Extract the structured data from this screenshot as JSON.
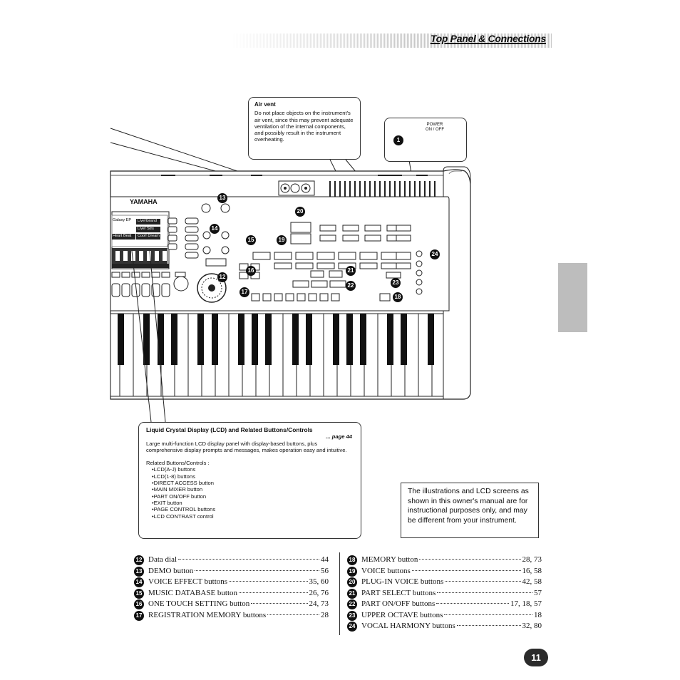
{
  "header": {
    "title": "Top Panel & Connections"
  },
  "callouts": {
    "air_vent": {
      "title": "Air vent",
      "body": "Do not place objects on the instrument's air vent, since this may prevent adequate ventilation of the internal components, and possibly result in the instrument overheating."
    },
    "power": {
      "label": "POWER ON / OFF",
      "marker": "1"
    },
    "lcd": {
      "title": "Liquid Crystal Display (LCD) and Related Buttons/Controls",
      "page_ref": "... page 44",
      "body": "Large multi-function LCD display panel with display-based buttons, plus comprehensive display prompts and messages, makes operation easy and intuitive.",
      "related_label": "Related Buttons/Controls :",
      "related_items": [
        "LCD(A-J) buttons",
        "LCD(1-8) buttons",
        "DIRECT ACCESS button",
        "MAIN MIXER button",
        "PART ON/OFF button",
        "EXIT button",
        "PAGE CONTROL buttons",
        "LCD CONTRAST control"
      ]
    }
  },
  "note": "The illustrations and LCD screens as shown in this owner's manual are for instructional purposes only, and may be different from your instrument.",
  "keyboard": {
    "brand": "YAMAHA",
    "lcd_lines": [
      "Galaxy EP",
      "Live!Grand",
      "Live! Strs",
      "Heart Beat",
      "Cool! Dream"
    ]
  },
  "index_left": [
    {
      "num": "12",
      "label": "Data dial",
      "pages": "44"
    },
    {
      "num": "13",
      "label": "DEMO button",
      "pages": "56"
    },
    {
      "num": "14",
      "label": "VOICE EFFECT buttons",
      "pages": "35, 60"
    },
    {
      "num": "15",
      "label": "MUSIC DATABASE button",
      "pages": "26, 76"
    },
    {
      "num": "16",
      "label": "ONE TOUCH SETTING  button",
      "pages": "24, 73"
    },
    {
      "num": "17",
      "label": "REGISTRATION MEMORY buttons",
      "pages": "28"
    }
  ],
  "index_right": [
    {
      "num": "18",
      "label": "MEMORY button",
      "pages": "28, 73"
    },
    {
      "num": "19",
      "label": "VOICE buttons",
      "pages": "16, 58"
    },
    {
      "num": "20",
      "label": "PLUG-IN VOICE buttons",
      "pages": "42, 58"
    },
    {
      "num": "21",
      "label": "PART SELECT buttons",
      "pages": "57"
    },
    {
      "num": "22",
      "label": "PART ON/OFF buttons",
      "pages": "17, 18, 57"
    },
    {
      "num": "23",
      "label": "UPPER OCTAVE buttons",
      "pages": "18"
    },
    {
      "num": "24",
      "label": "VOCAL HARMONY buttons",
      "pages": "32, 80"
    }
  ],
  "page_number": "11"
}
